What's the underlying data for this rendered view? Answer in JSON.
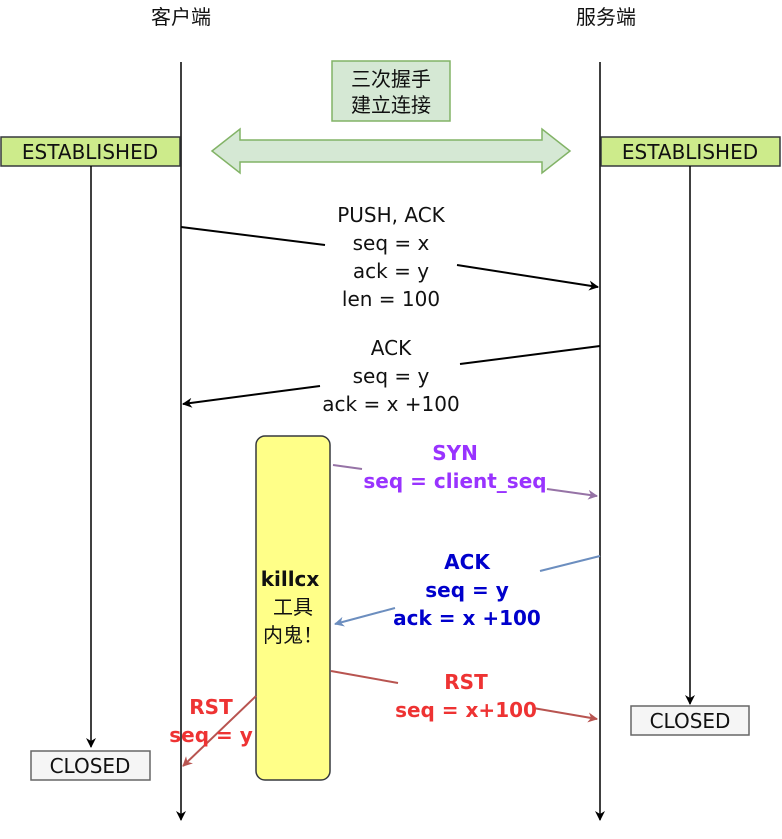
{
  "headers": {
    "client": "客户端",
    "server": "服务端"
  },
  "handshake": {
    "line1": "三次握手",
    "line2": "建立连接"
  },
  "states": {
    "client_established": "ESTABLISHED",
    "server_established": "ESTABLISHED",
    "client_closed": "CLOSED",
    "server_closed": "CLOSED"
  },
  "messages": {
    "push": {
      "line1": "PUSH, ACK",
      "line2": "seq = x",
      "line3": "ack = y",
      "line4": "len = 100"
    },
    "ack": {
      "line1": "ACK",
      "line2": "seq = y",
      "line3": "ack = x +100"
    },
    "syn": {
      "line1": "SYN",
      "line2": "seq = client_seq",
      "color": "#9933ff"
    },
    "ack2": {
      "line1": "ACK",
      "line2": "seq = y",
      "line3": "ack = x +100",
      "color": "#0000cc"
    },
    "rst_server": {
      "line1": "RST",
      "line2": "seq = x+100",
      "color": "#ee3333"
    },
    "rst_client": {
      "line1": "RST",
      "line2": "seq = y",
      "color": "#ee3333"
    }
  },
  "tool": {
    "line1": "killcx",
    "line2": "工具",
    "line3": "内鬼！"
  },
  "colors": {
    "state_green": "#cdeb8b",
    "state_green_border": "#36393d",
    "handshake_fill": "#d5e8d4",
    "handshake_border": "#82b366",
    "tool_fill": "#ffff88",
    "tool_border": "#36393d",
    "syn_arrow": "#9673a6",
    "ack2_arrow": "#6c8ebf",
    "rst_arrow": "#b85450",
    "closed_fill": "#f5f5f5",
    "closed_border": "#666666"
  }
}
